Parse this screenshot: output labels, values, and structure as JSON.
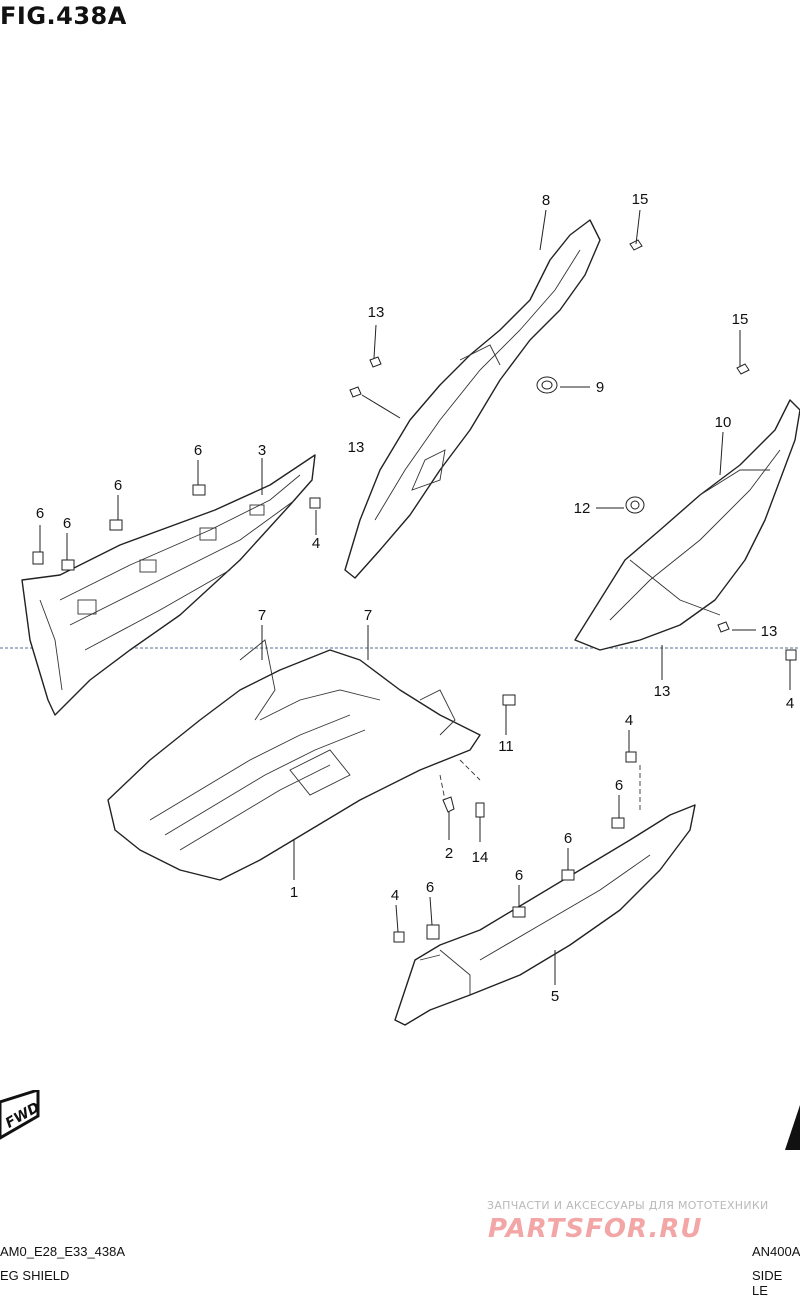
{
  "figure": {
    "title": "FIG.438A"
  },
  "callouts": [
    {
      "id": "c-1",
      "text": "1"
    },
    {
      "id": "c-2",
      "text": "2"
    },
    {
      "id": "c-3",
      "text": "3"
    },
    {
      "id": "c-4a",
      "text": "4"
    },
    {
      "id": "c-4b",
      "text": "4"
    },
    {
      "id": "c-4c",
      "text": "4"
    },
    {
      "id": "c-4d",
      "text": "4"
    },
    {
      "id": "c-5",
      "text": "5"
    },
    {
      "id": "c-6a",
      "text": "6"
    },
    {
      "id": "c-6b",
      "text": "6"
    },
    {
      "id": "c-6c",
      "text": "6"
    },
    {
      "id": "c-6d",
      "text": "6"
    },
    {
      "id": "c-6e",
      "text": "6"
    },
    {
      "id": "c-6f",
      "text": "6"
    },
    {
      "id": "c-6g",
      "text": "6"
    },
    {
      "id": "c-6h",
      "text": "6"
    },
    {
      "id": "c-7a",
      "text": "7"
    },
    {
      "id": "c-7b",
      "text": "7"
    },
    {
      "id": "c-8",
      "text": "8"
    },
    {
      "id": "c-9",
      "text": "9"
    },
    {
      "id": "c-10",
      "text": "10"
    },
    {
      "id": "c-11",
      "text": "11"
    },
    {
      "id": "c-12",
      "text": "12"
    },
    {
      "id": "c-13a",
      "text": "13"
    },
    {
      "id": "c-13b",
      "text": "13"
    },
    {
      "id": "c-13c",
      "text": "13"
    },
    {
      "id": "c-13d",
      "text": "13"
    },
    {
      "id": "c-14",
      "text": "14"
    },
    {
      "id": "c-15a",
      "text": "15"
    },
    {
      "id": "c-15b",
      "text": "15"
    }
  ],
  "fwd_badge": {
    "text": "FWD"
  },
  "footer": {
    "left_code": "AM0_E28_E33_438A",
    "left_name": "EG SHIELD",
    "right_code": "AN400A",
    "right_name": "SIDE LE"
  },
  "watermark": {
    "caption": "ЗАПЧАСТИ И АКСЕССУАРЫ ДЛЯ МОТОТЕХНИКИ",
    "logo": "PARTSFOR.RU"
  }
}
